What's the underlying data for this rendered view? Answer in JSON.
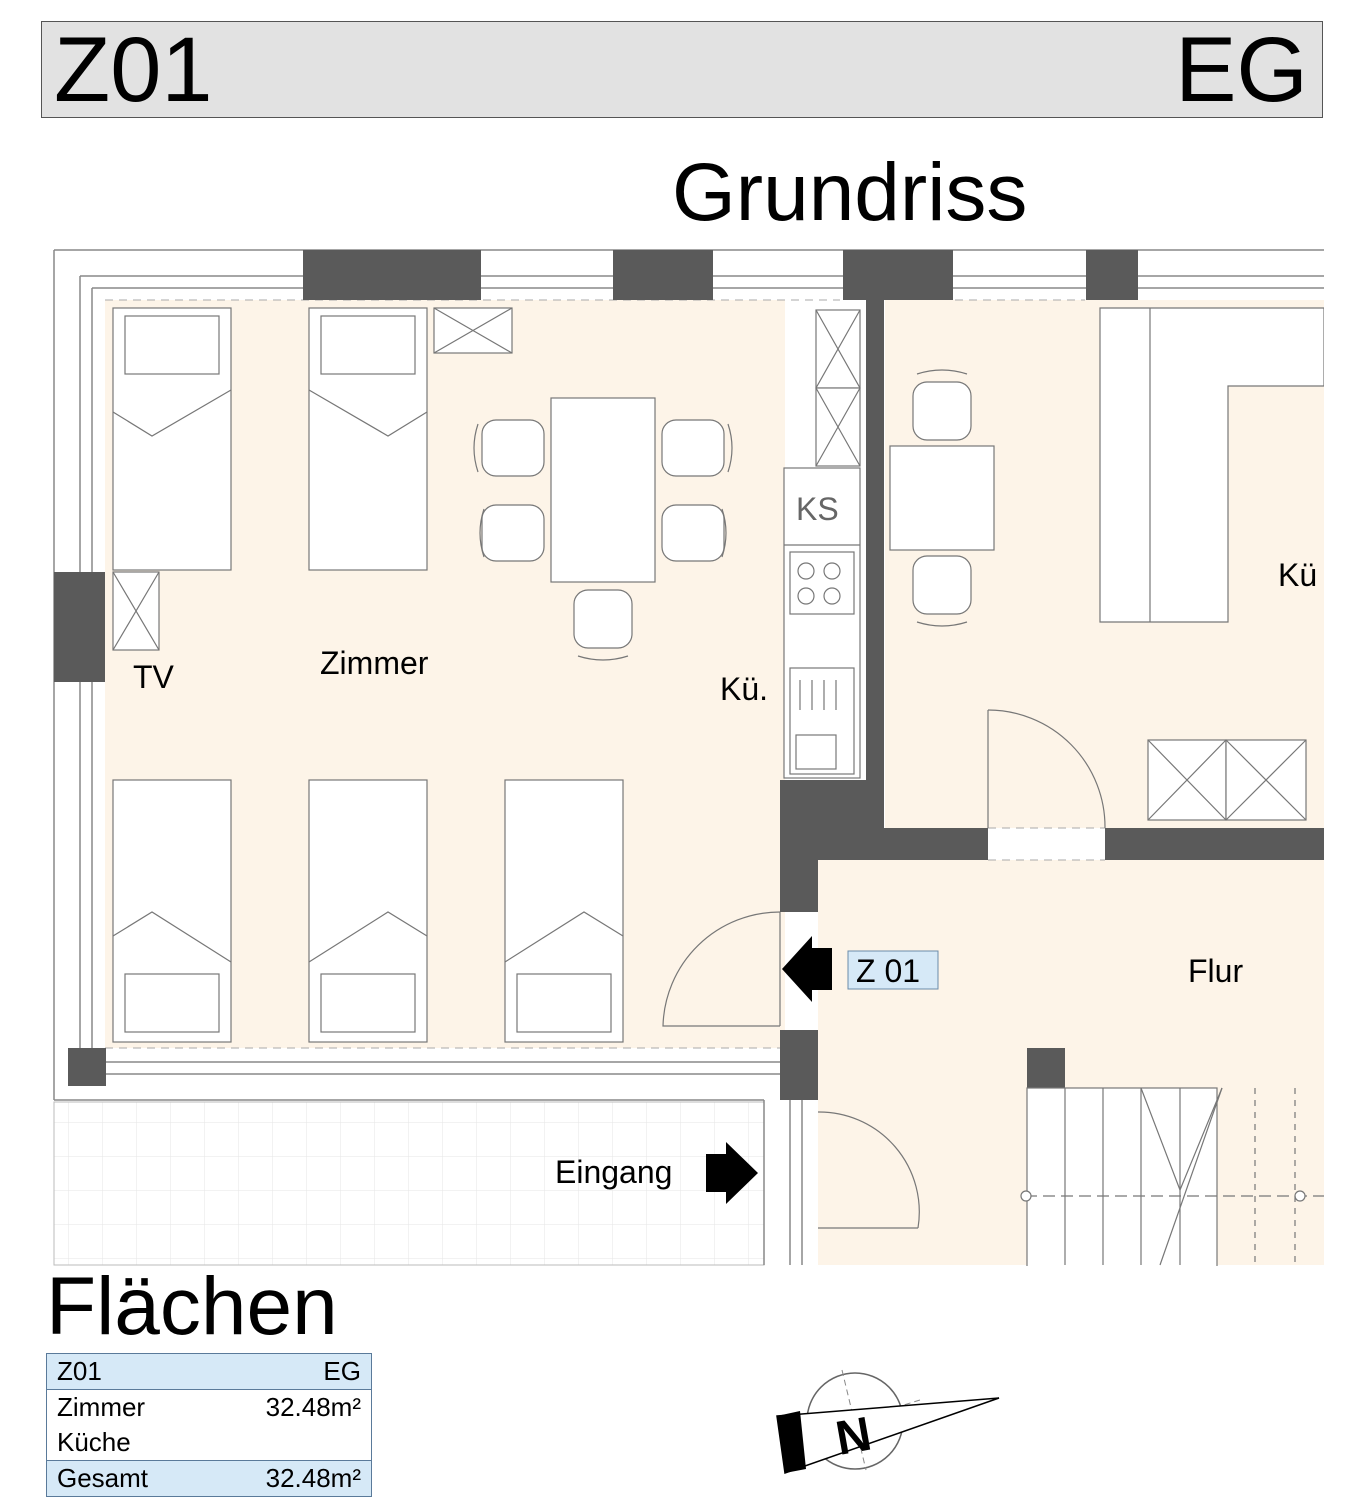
{
  "header": {
    "unit": "Z01",
    "floor": "EG"
  },
  "plan": {
    "title": "Grundriss",
    "labels": {
      "room": "Zimmer",
      "tv": "TV",
      "kitchenette": "Kü.",
      "fridge": "KS",
      "kitchen": "Kü",
      "hall": "Flur",
      "unit_tag": "Z 01",
      "entrance": "Eingang"
    },
    "colors": {
      "wall": "#5a5a5a",
      "floor": "#fdf4e8",
      "tag": "#d6e9f7",
      "line": "#777777"
    }
  },
  "areas": {
    "title": "Flächen",
    "header": {
      "unit": "Z01",
      "floor": "EG"
    },
    "rows": [
      {
        "name": "Zimmer",
        "value": "32.48m²"
      },
      {
        "name": "Küche",
        "value": ""
      }
    ],
    "total": {
      "name": "Gesamt",
      "value": "32.48m²"
    }
  },
  "compass": {
    "letter": "N",
    "icon": "north-arrow-icon"
  }
}
